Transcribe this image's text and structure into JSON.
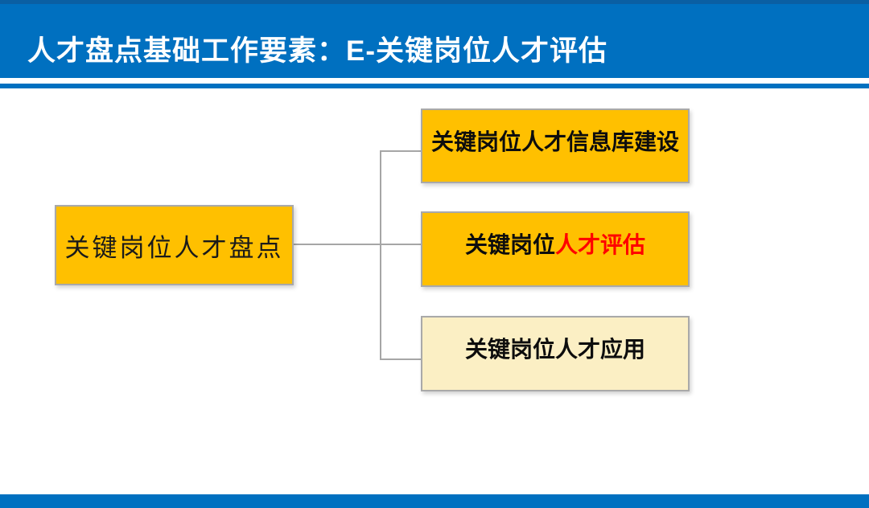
{
  "slide": {
    "header": {
      "title": "人才盘点基础工作要素：E-关键岗位人才评估"
    },
    "diagram": {
      "root_label": "关键岗位人才盘点",
      "children": [
        {
          "label": "关键岗位人才信息库建设"
        },
        {
          "label_black": "关键岗位",
          "label_red": "人才评估"
        },
        {
          "label": "关键岗位人才应用"
        }
      ]
    },
    "colors": {
      "header_blue": "#0070C0",
      "node_gold": "#FFC000",
      "node_cream": "#FBEFC4",
      "connector_gray": "#A6A6A6",
      "border_gray": "#A9A9A9",
      "highlight_red": "#FF0000",
      "title_text": "#FFFFFF",
      "body_text": "#000000"
    }
  }
}
